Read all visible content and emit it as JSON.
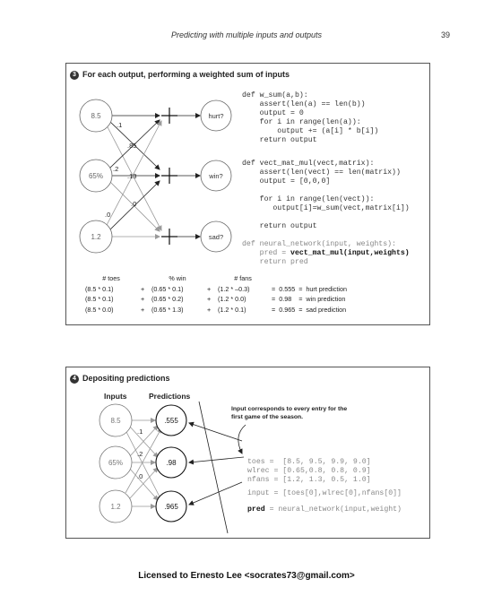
{
  "header": {
    "title": "Predicting with multiple inputs and outputs",
    "page_number": "39"
  },
  "panel3": {
    "badge": "3",
    "title": "For each output, performing a weighted sum of inputs",
    "inputs": [
      "8.5",
      "65%",
      "1.2"
    ],
    "outputs": [
      "hurt?",
      "win?",
      "sad?"
    ],
    "weight_labels": [
      ".1",
      ".2",
      ".0",
      ".85",
      ".13",
      ".0"
    ],
    "code_wsum": "def w_sum(a,b):\n    assert(len(a) == len(b))\n    output = 0\n    for i in range(len(a)):\n        output += (a[i] * b[i])\n    return output",
    "code_vect": "def vect_mat_mul(vect,matrix):\n    assert(len(vect) == len(matrix))\n    output = [0,0,0]\n\n    for i in range(len(vect)):\n       output[i]=w_sum(vect,matrix[i])\n\n    return output",
    "code_nn_line1": "def neural_network(input, weights):",
    "code_nn_line2_prefix": "    pred = ",
    "code_nn_line2_bold": "vect_mat_mul(input,weights)",
    "code_nn_line3": "    return pred",
    "calc_headers": [
      "# toes",
      "% win",
      "# fans"
    ],
    "calc_rows": [
      [
        "(8.5 * 0.1)",
        "+",
        "(0.65 * 0.1)",
        "+",
        "(1.2 * –0.3)",
        "=",
        "0.555",
        "=",
        "hurt prediction"
      ],
      [
        "(8.5 * 0.1)",
        "+",
        "(0.65 * 0.2)",
        "+",
        "(1.2 * 0.0)",
        "=",
        "0.98",
        "=",
        "win prediction"
      ],
      [
        "(8.5 * 0.0)",
        "+",
        "(0.65 * 1.3)",
        "+",
        "(1.2 * 0.1)",
        "=",
        "0.965",
        "=",
        "sad prediction"
      ]
    ]
  },
  "panel4": {
    "badge": "4",
    "title": "Depositing predictions",
    "inputs_label": "Inputs",
    "predictions_label": "Predictions",
    "inputs": [
      "8.5",
      "65%",
      "1.2"
    ],
    "predictions": [
      ".555",
      ".98",
      ".965"
    ],
    "weight_labels": [
      ".1",
      ".2",
      ".0"
    ],
    "note": "Input corresponds to every entry for the first game of the season.",
    "code_data": "toes =  [8.5, 9.5, 9.9, 9.0]\nwlrec = [0.65,0.8, 0.8, 0.9]\nnfans = [1.2, 1.3, 0.5, 1.0]",
    "code_input": "input = [toes[0],wlrec[0],nfans[0]]",
    "code_pred_bold": "pred",
    "code_pred_rest": " = neural_network(input,weight)"
  },
  "footer": {
    "text": "Licensed to Ernesto Lee <socrates73@gmail.com>"
  }
}
